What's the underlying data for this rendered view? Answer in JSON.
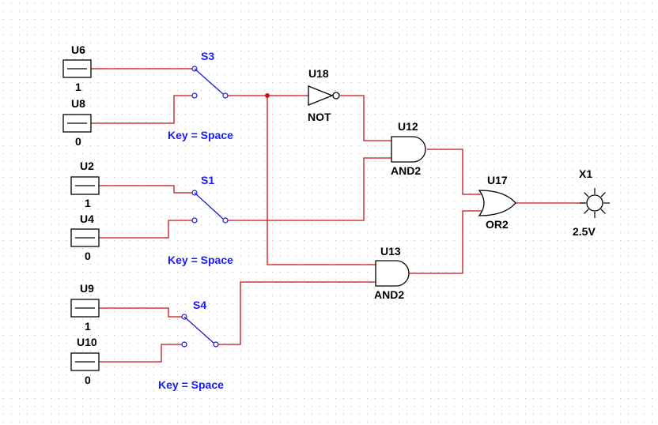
{
  "colors": {
    "wire": "#c81414",
    "switch": "#1a1acc",
    "switch_label": "#1a1aff",
    "grid_dot": "#b4b4b4",
    "junction": "#c81414"
  },
  "sources": [
    {
      "ref": "U6",
      "value": "1"
    },
    {
      "ref": "U8",
      "value": "0"
    },
    {
      "ref": "U2",
      "value": "1"
    },
    {
      "ref": "U4",
      "value": "0"
    },
    {
      "ref": "U9",
      "value": "1"
    },
    {
      "ref": "U10",
      "value": "0"
    }
  ],
  "switches": [
    {
      "ref": "S3",
      "key": "Key = Space"
    },
    {
      "ref": "S1",
      "key": "Key = Space"
    },
    {
      "ref": "S4",
      "key": "Key = Space"
    }
  ],
  "gates": {
    "u18": {
      "ref": "U18",
      "type": "NOT"
    },
    "u12": {
      "ref": "U12",
      "type": "AND2"
    },
    "u13": {
      "ref": "U13",
      "type": "AND2"
    },
    "u17": {
      "ref": "U17",
      "type": "OR2"
    }
  },
  "lamp": {
    "ref": "X1",
    "value": "2.5V"
  }
}
